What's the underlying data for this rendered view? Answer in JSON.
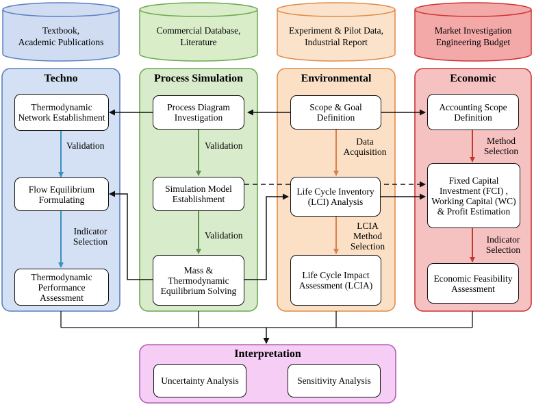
{
  "sources": [
    {
      "line1": "Textbook,",
      "line2": "Academic Publications",
      "fill": "#cfdcf2",
      "stroke": "#5b7fc0"
    },
    {
      "line1": "Commercial Database,",
      "line2": "Literature",
      "fill": "#d9edc9",
      "stroke": "#6aa850"
    },
    {
      "line1": "Experiment & Pilot Data,",
      "line2": "Industrial Report",
      "fill": "#fbe3cb",
      "stroke": "#e08a47"
    },
    {
      "line1": "Market Investigation",
      "line2": "Engineering Budget",
      "fill": "#f4a9a9",
      "stroke": "#cc3333"
    }
  ],
  "panels": {
    "techno": {
      "title": "Techno",
      "fill": "#d4e0f3",
      "stroke": "#5b7fc0"
    },
    "process": {
      "title": "Process Simulation",
      "fill": "#d8ebcb",
      "stroke": "#6aa850"
    },
    "environmental": {
      "title": "Environmental",
      "fill": "#fbe0c6",
      "stroke": "#e08a47"
    },
    "economic": {
      "title": "Economic",
      "fill": "#f6c1c1",
      "stroke": "#cc3333"
    },
    "interpretation": {
      "title": "Interpretation",
      "fill": "#f5cdf5",
      "stroke": "#b45fb4"
    }
  },
  "nodes": {
    "thermo_network": "Thermodynamic Network Establishment",
    "flow_equilibrium": "Flow Equilibrium Formulating",
    "thermo_performance": "Thermodynamic Performance Assessment",
    "process_diagram": "Process Diagram Investigation",
    "simulation_model": "Simulation Model Establishment",
    "mass_equilibrium": "Mass & Thermodynamic Equilibrium Solving",
    "scope_goal": "Scope & Goal Definition",
    "lci": "Life Cycle Inventory (LCI) Analysis",
    "lcia": "Life Cycle Impact Assessment (LCIA)",
    "accounting_scope": "Accounting Scope Definition",
    "fci": "Fixed Capital Investment (FCI) , Working Capital (WC) & Profit Estimation",
    "economic_feasibility": "Economic Feasibility Assessment",
    "uncertainty": "Uncertainty Analysis",
    "sensitivity": "Sensitivity Analysis"
  },
  "labels": {
    "techno_validation": "Validation",
    "techno_indicator": "Indicator Selection",
    "process_validation_1": "Validation",
    "process_validation_2": "Validation",
    "env_data_acquisition": "Data Acquisition",
    "env_lcia_method": "LCIA Method Selection",
    "econ_method": "Method Selection",
    "econ_indicator": "Indicator Selection"
  },
  "colors": {
    "techno_arrow": "#3a8fbf",
    "process_arrow": "#5f8f4a",
    "env_arrow": "#d9804a",
    "econ_arrow": "#c0392b",
    "line": "#111111"
  }
}
